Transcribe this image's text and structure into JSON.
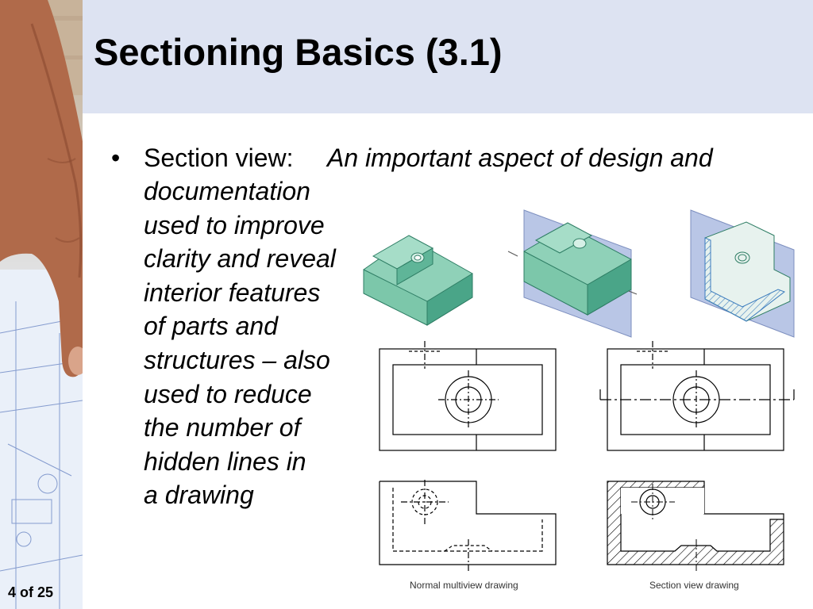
{
  "slide": {
    "title": "Sectioning Basics (3.1)",
    "bullet_marker": "•",
    "bullet_label": "Section view:",
    "bullet_text_first_line": "An important aspect of design and",
    "bullet_text_lines": [
      "documentation",
      "used to improve",
      "clarity and reveal",
      "interior features",
      "of parts and",
      "structures – also",
      "used to reduce",
      "the number of",
      "hidden lines in",
      "a drawing"
    ],
    "slide_number": "4 of 25"
  },
  "figure": {
    "caption_left": "Normal multiview drawing",
    "caption_right": "Section view drawing"
  },
  "colors": {
    "title_band": "#dde3f2",
    "part_fill": "#8fd1b8",
    "part_dark": "#4aa588",
    "cut_plane": "#b9c6e6",
    "hatch": "#000000"
  }
}
